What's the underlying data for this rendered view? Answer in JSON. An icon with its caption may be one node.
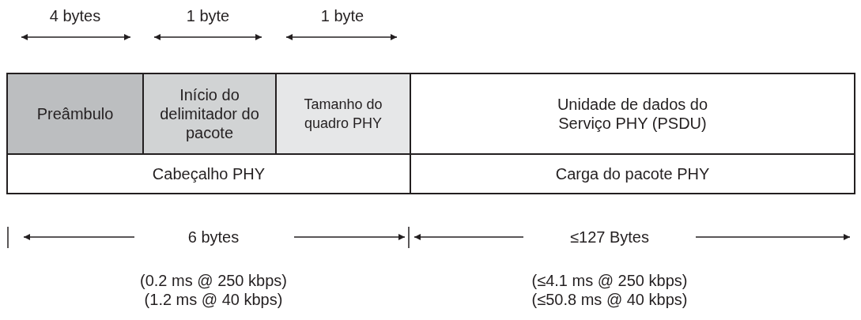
{
  "diagram": {
    "nodes": [
      {
        "text": [
          "Preâmbulo"
        ]
      },
      {
        "text": [
          "Início do delimitador do pacote"
        ]
      },
      {
        "text": [
          "Tamanho do quadro PHY"
        ]
      },
      {
        "text": [
          "Unidade de dados do Serviço PHY (PSDU)"
        ]
      },
      {
        "text": [
          "Cabeçalho PHY"
        ]
      },
      {
        "text": [
          "Carga do pacote PHY"
        ]
      }
    ],
    "labels": [
      "4 bytes",
      "1 byte",
      "1 byte",
      "6 bytes",
      "≤127 Bytes",
      "(0.2 ms @ 250 kbps)",
      "(≤4.1 ms @ 250 kbps)",
      "(1.2 ms @ 40 kbps)",
      "(≤50.8 ms @ 40 kbps)"
    ]
  }
}
